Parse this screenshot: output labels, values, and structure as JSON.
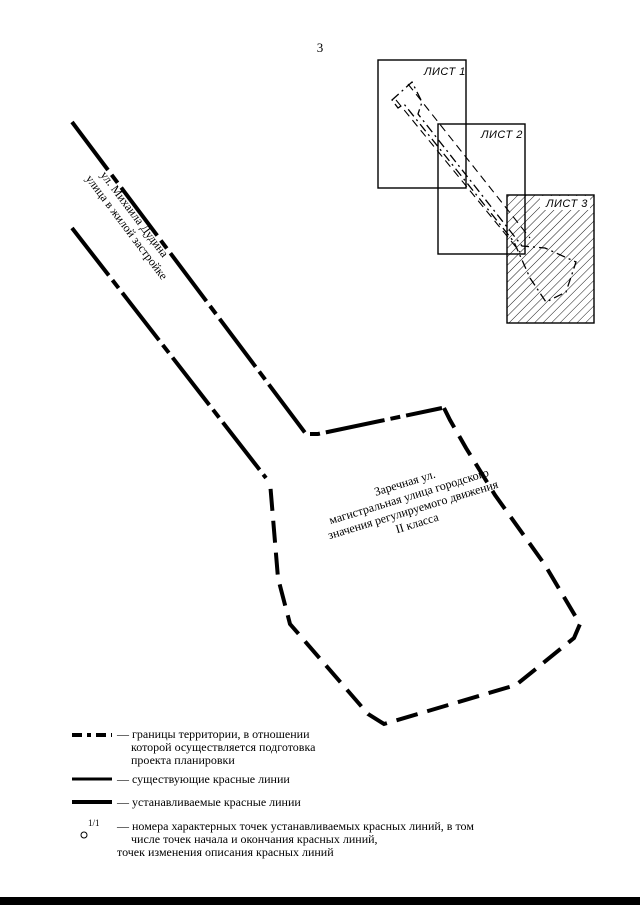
{
  "page_number": "3",
  "sheets": [
    {
      "label": "ЛИСТ 1"
    },
    {
      "label": "ЛИСТ 2"
    },
    {
      "label": "ЛИСТ 3"
    }
  ],
  "streets": {
    "dudina": {
      "line1": "ул. Михаила Дудина",
      "line2": "улица в жилой застройке"
    },
    "zarechnaya": {
      "line1": "Заречная ул.",
      "line2": "магистральная улица городского",
      "line3": "значения регулируемого движения",
      "line4": "II класса"
    }
  },
  "legend": {
    "boundary": {
      "line1": "— границы территории, в отношении",
      "line2": "которой осуществляется подготовка",
      "line3": "проекта планировки"
    },
    "existing_red_lines": "— существующие красные линии",
    "planned_red_lines": "— устанавливаемые красные линии",
    "points": {
      "symbol_label": "1/1",
      "line1": "— номера характерных точек  устанавливаемых красных линий, в том",
      "line2": "числе точек начала и окончания красных линий,",
      "line3": "точек изменения описания красных линий"
    }
  }
}
